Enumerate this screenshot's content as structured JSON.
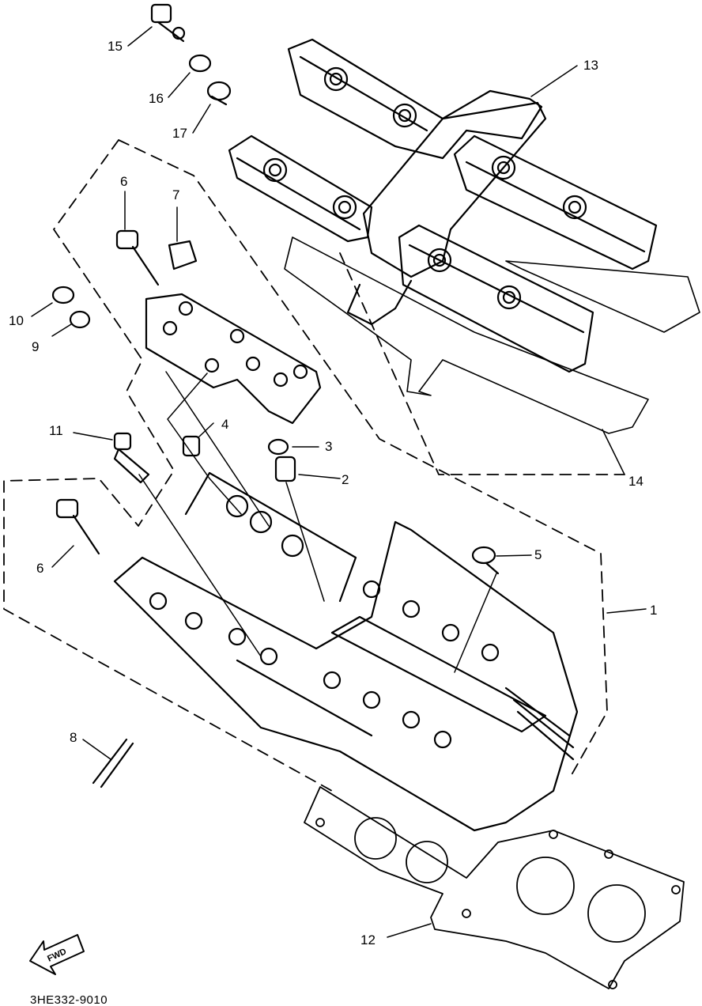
{
  "diagram": {
    "callouts": [
      {
        "id": "c1",
        "label": "1"
      },
      {
        "id": "c2",
        "label": "2"
      },
      {
        "id": "c3",
        "label": "3"
      },
      {
        "id": "c4",
        "label": "4"
      },
      {
        "id": "c5",
        "label": "5"
      },
      {
        "id": "c6a",
        "label": "6"
      },
      {
        "id": "c6b",
        "label": "6"
      },
      {
        "id": "c7",
        "label": "7"
      },
      {
        "id": "c8",
        "label": "8"
      },
      {
        "id": "c9",
        "label": "9"
      },
      {
        "id": "c10",
        "label": "10"
      },
      {
        "id": "c11",
        "label": "11"
      },
      {
        "id": "c12",
        "label": "12"
      },
      {
        "id": "c13",
        "label": "13"
      },
      {
        "id": "c14",
        "label": "14"
      },
      {
        "id": "c15",
        "label": "15"
      },
      {
        "id": "c16",
        "label": "16"
      },
      {
        "id": "c17",
        "label": "17"
      }
    ],
    "direction_arrow": "FWD",
    "part_number": "3HE332-9010"
  }
}
